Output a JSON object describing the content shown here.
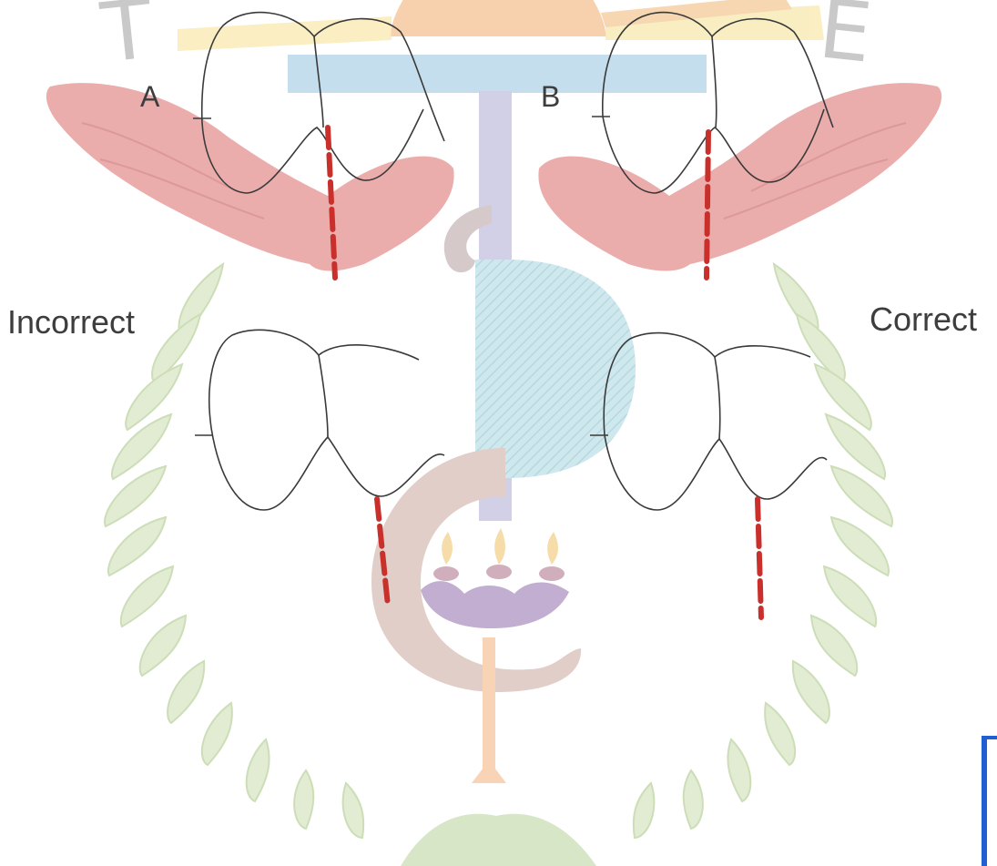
{
  "figure": {
    "labels": {
      "a": "A",
      "b": "B",
      "incorrect": "Incorrect",
      "correct": "Correct"
    },
    "watermark": {
      "left_letter": "T",
      "right_letter": "E"
    }
  },
  "colors": {
    "gum": "#e9a3a3",
    "cut_line": "#c9302c",
    "tooth_outline": "#3a3a3a",
    "laurel": "#d9e8c6",
    "staff": "#bcd9e4",
    "sun": "#f6caa0",
    "watermark_text": "#c9c9c9",
    "edge_marker": "#1f5fd1"
  }
}
